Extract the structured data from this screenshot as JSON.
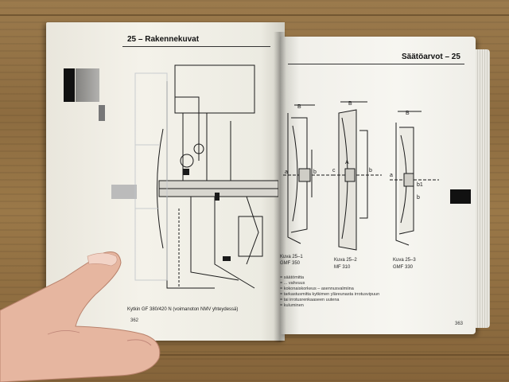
{
  "left_page": {
    "header": "25 – Rakennekuvat",
    "caption": "Kytkin GF 380/420 N (voimanoton NMV yhteydessä)",
    "page_number": "362"
  },
  "right_page": {
    "header": "Säätöarvot – 25",
    "figures": [
      {
        "label": "Kuva 25–1",
        "model": "GMF 350"
      },
      {
        "label": "Kuva 25–2",
        "model": "MF 310"
      },
      {
        "label": "Kuva 25–3",
        "model": "GMF 330"
      }
    ],
    "legend": [
      "= säätömitta",
      "= ... vahvuus",
      "= kokonaiskorkeus – asennusvalmiina",
      "= tarkastusmitta kytkimen yläreunasta irrotusvipuun",
      "= tai irrotusrenkaaseen uutena",
      "= kuluminen"
    ],
    "dimension_labels": [
      "B",
      "a",
      "A",
      "b",
      "b1",
      "c"
    ],
    "page_number": "363"
  },
  "colors": {
    "page": "#f4f2ea",
    "ink": "#1a1a1a",
    "wood": "#8d6c40",
    "skin": "#e9b9a4"
  }
}
